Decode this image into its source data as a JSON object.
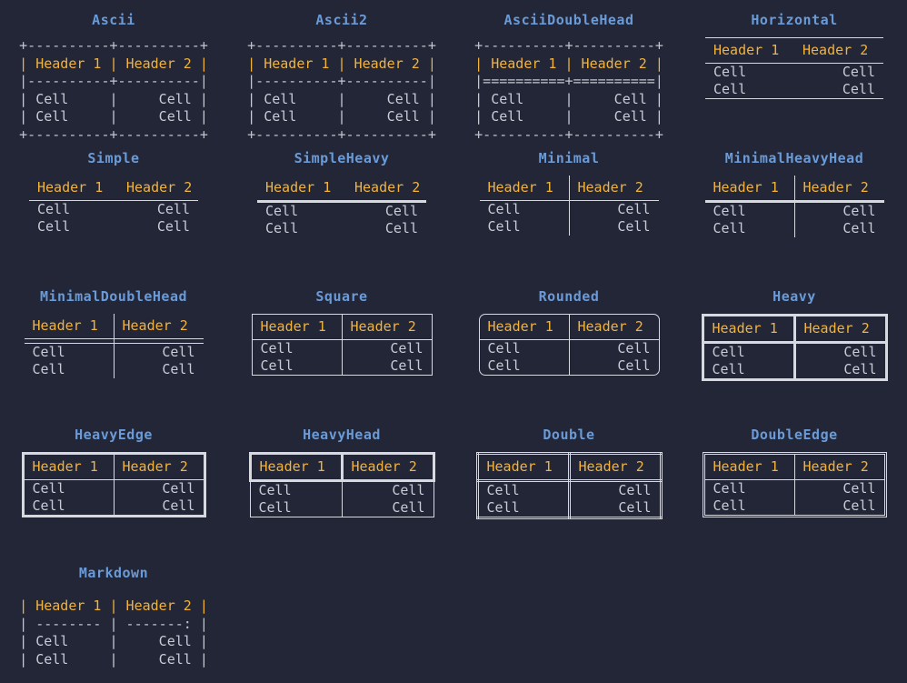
{
  "meta": {
    "background_color": "#222636",
    "title_color": "#6a9bd8",
    "header_color": "#f2b33d",
    "cell_color": "#c8ccd6",
    "border_color": "#d6d9e0"
  },
  "common": {
    "header1": "Header 1",
    "header2": "Header 2",
    "cell": "Cell"
  },
  "tables": [
    {
      "id": "ascii",
      "title": "Ascii",
      "style": "ascii-art",
      "art": {
        "top": "+----------+----------+",
        "header": "| Header 1 | Header 2 |",
        "sep": "|----------+----------|",
        "row1": "| Cell     |     Cell |",
        "row2": "| Cell     |     Cell |",
        "bottom": "+----------+----------+"
      }
    },
    {
      "id": "ascii2",
      "title": "Ascii2",
      "style": "ascii-art",
      "art": {
        "top": "+----------+----------+",
        "header": "| Header 1 | Header 2 |",
        "sep": "|----------+----------|",
        "row1": "| Cell     |     Cell |",
        "row2": "| Cell     |     Cell |",
        "bottom": "+----------+----------+"
      }
    },
    {
      "id": "ascii-double-head",
      "title": "AsciiDoubleHead",
      "style": "ascii-art",
      "art": {
        "top": "+----------+----------+",
        "header": "| Header 1 | Header 2 |",
        "sep": "|==========+==========|",
        "row1": "| Cell     |     Cell |",
        "row2": "| Cell     |     Cell |",
        "bottom": "+----------+----------+"
      }
    },
    {
      "id": "horizontal",
      "title": "Horizontal",
      "style": "horizontal"
    },
    {
      "id": "simple",
      "title": "Simple",
      "style": "simple"
    },
    {
      "id": "simple-heavy",
      "title": "SimpleHeavy",
      "style": "simple-heavy"
    },
    {
      "id": "minimal",
      "title": "Minimal",
      "style": "minimal"
    },
    {
      "id": "minimal-heavy-head",
      "title": "MinimalHeavyHead",
      "style": "minimal-heavy-head"
    },
    {
      "id": "minimal-double-head",
      "title": "MinimalDoubleHead",
      "style": "minimal-double-head"
    },
    {
      "id": "square",
      "title": "Square",
      "style": "square"
    },
    {
      "id": "rounded",
      "title": "Rounded",
      "style": "rounded"
    },
    {
      "id": "heavy",
      "title": "Heavy",
      "style": "heavy"
    },
    {
      "id": "heavy-edge",
      "title": "HeavyEdge",
      "style": "heavy-edge"
    },
    {
      "id": "heavy-head",
      "title": "HeavyHead",
      "style": "heavy-head"
    },
    {
      "id": "double",
      "title": "Double",
      "style": "double"
    },
    {
      "id": "double-edge",
      "title": "DoubleEdge",
      "style": "double-edge"
    },
    {
      "id": "markdown",
      "title": "Markdown",
      "style": "ascii-art",
      "art": {
        "header": "| Header 1 | Header 2 |",
        "sep": "| -------- | -------: |",
        "row1": "| Cell     |     Cell |",
        "row2": "| Cell     |     Cell |"
      }
    }
  ]
}
